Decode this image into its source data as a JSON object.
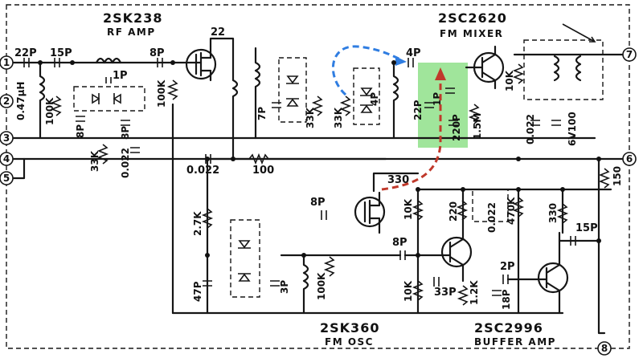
{
  "blocks": {
    "rf_amp": {
      "part": "2SK238",
      "function": "RF AMP"
    },
    "fm_mixer": {
      "part": "2SC2620",
      "function": "FM MIXER"
    },
    "fm_osc": {
      "part": "2SK360",
      "function": "FM OSC"
    },
    "buffer_amp": {
      "part": "2SC2996",
      "function": "BUFFER AMP"
    }
  },
  "terminals": [
    "1",
    "2",
    "3",
    "4",
    "5",
    "6",
    "7",
    "8"
  ],
  "components": {
    "c_22p_in": "22P",
    "c_15p_in": "15P",
    "l_047uh": "0.47µH",
    "r_100k_a": "100K",
    "c_8p_a": "8P",
    "c_1p_a": "1P",
    "c_8p_b": "8P",
    "r_33k_a": "33K",
    "c_0022_a": "0.022",
    "c_8p_c": "8P",
    "r_100k_b": "100K",
    "r_22": "22",
    "c_7p": "7P",
    "r_33k_b": "33K",
    "r_33k_c": "33K",
    "c_4p_a": "4P",
    "c_0022_b": "0.022",
    "r_100": "100",
    "c_4p_b": "4P",
    "c_22p_mix": "22P",
    "c_1p_mix": "1P",
    "c_220p": "220P",
    "r_15m": "1.5M",
    "r_10k_mix": "10K",
    "c_0022_mix": "0.022",
    "c_6v100": "6V100",
    "r_150": "150",
    "r_330_a": "330",
    "c_8p_osc": "8P",
    "r_10k_osc": "10K",
    "r_220": "220",
    "c_0022_osc": "0.022",
    "r_470k": "470K",
    "r_330_b": "330",
    "r_27k": "2.7K",
    "c_8p_mid": "8P",
    "c_47p": "47P",
    "c_3p": "3P",
    "r_100k_osc": "100K",
    "c_15p_buf": "15P",
    "c_2p": "2P",
    "r_10k_buf": "10K",
    "c_33p": "33P",
    "r_12k": "1.2K",
    "c_18p": "18P"
  },
  "annotations": {
    "blue_arrow_color": "#2f7de1",
    "red_arrow_color": "#c0392b",
    "highlight_color": "#8fe08a"
  }
}
